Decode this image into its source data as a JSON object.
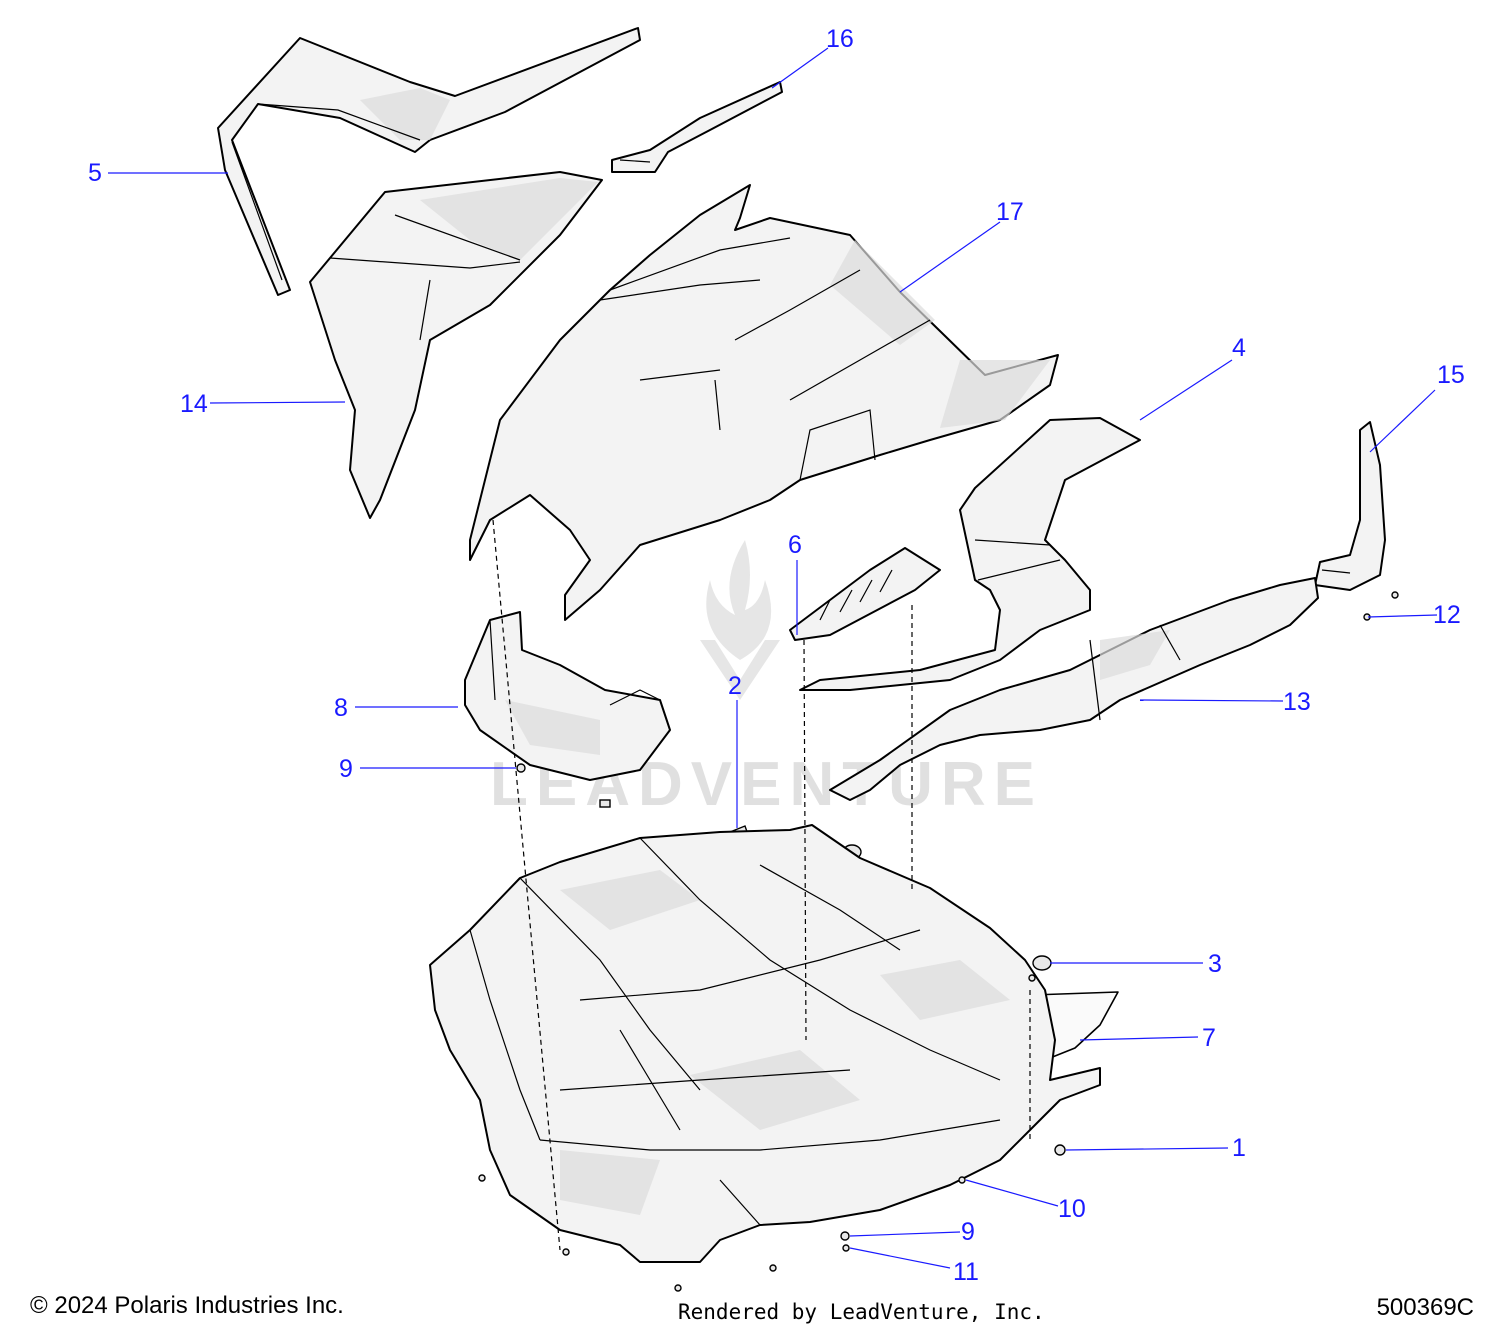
{
  "callouts": {
    "c1": "1",
    "c2": "2",
    "c3": "3",
    "c4": "4",
    "c5": "5",
    "c6": "6",
    "c7": "7",
    "c8": "8",
    "c9a": "9",
    "c9b": "9",
    "c10": "10",
    "c11": "11",
    "c12": "12",
    "c13": "13",
    "c14": "14",
    "c15": "15",
    "c16": "16",
    "c17": "17"
  },
  "watermark": "LEADVENTURE",
  "footer": {
    "copyright": "© 2024 Polaris Industries Inc.",
    "rendered": "Rendered by LeadVenture, Inc.",
    "part_number": "500369C"
  },
  "colors": {
    "callout": "#1a1aff",
    "line_art": "#000000",
    "watermark": "#c8c8c8"
  }
}
